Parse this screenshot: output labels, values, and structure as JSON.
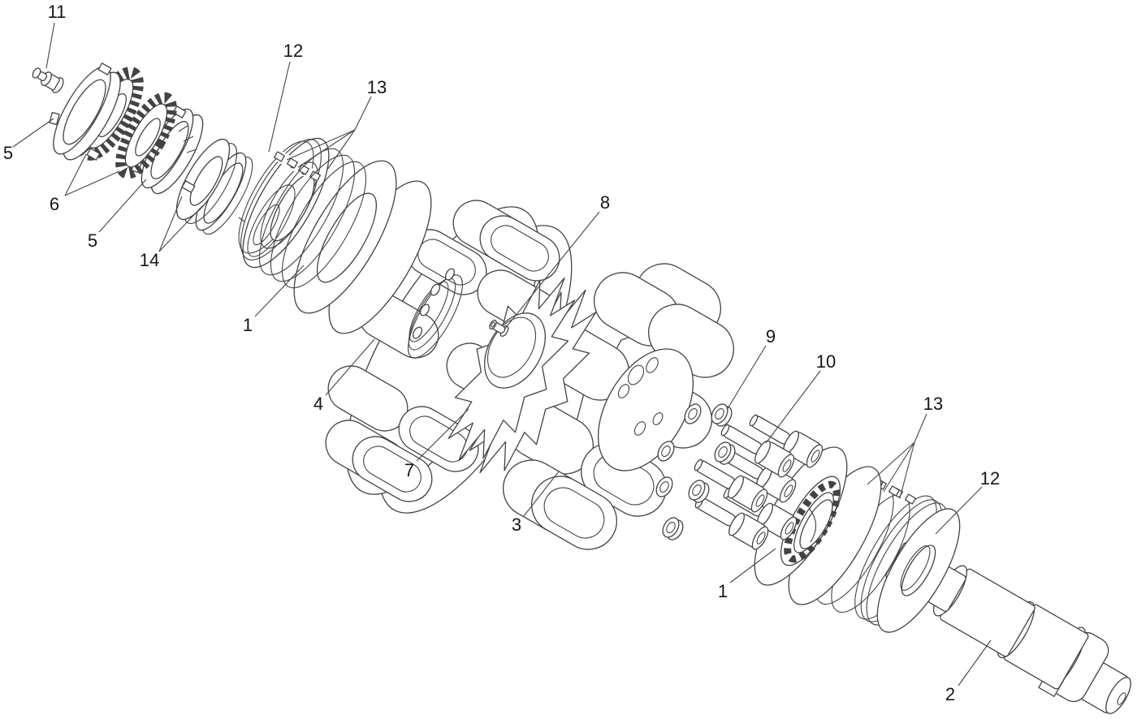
{
  "diagram": {
    "kind": "exploded-parts-diagram",
    "background": "#ffffff",
    "line_color": "#434343",
    "label_color": "#161616",
    "callouts": [
      {
        "label": "11",
        "part": "grease-fitting"
      },
      {
        "label": "5",
        "part": "lock-nut-front"
      },
      {
        "label": "6",
        "part": "lock-washers"
      },
      {
        "label": "5",
        "part": "lock-nut-rear"
      },
      {
        "label": "14",
        "part": "seal-rings"
      },
      {
        "label": "12",
        "part": "left-bearing-cone"
      },
      {
        "label": "13",
        "part": "left-retaining-rings"
      },
      {
        "label": "1",
        "part": "left-bearing-housing"
      },
      {
        "label": "4",
        "part": "stator-roller-ring"
      },
      {
        "label": "7",
        "part": "rotor-star"
      },
      {
        "label": "8",
        "part": "center-pin"
      },
      {
        "label": "3",
        "part": "sprocket-drum"
      },
      {
        "label": "9",
        "part": "flat-washers"
      },
      {
        "label": "10",
        "part": "cap-screws"
      },
      {
        "label": "13",
        "part": "right-retaining-rings"
      },
      {
        "label": "12",
        "part": "thrust-washer"
      },
      {
        "label": "1",
        "part": "right-bearing-housing"
      },
      {
        "label": "2",
        "part": "output-shaft"
      }
    ]
  }
}
